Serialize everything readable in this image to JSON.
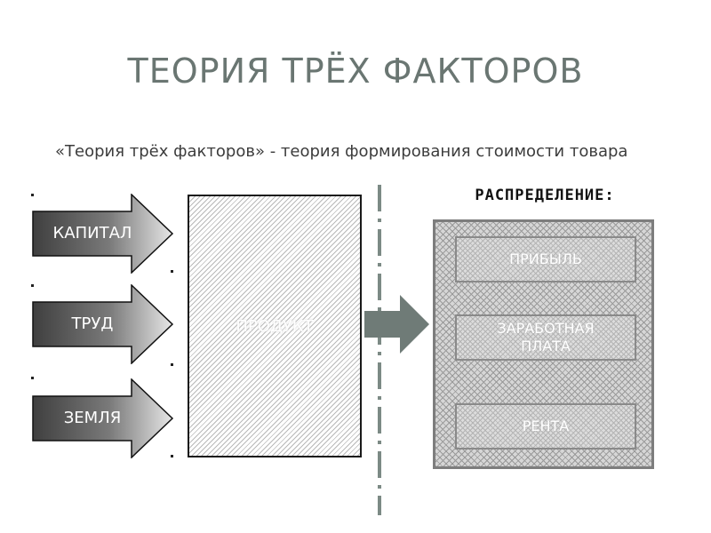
{
  "title": "ТЕОРИЯ ТРЁХ ФАКТОРОВ",
  "subtitle": "«Теория трёх факторов» - теория формирования стоимости товара",
  "factors": [
    {
      "label": "КАПИТАЛ"
    },
    {
      "label": "ТРУД"
    },
    {
      "label": "ЗЕМЛЯ"
    }
  ],
  "product": {
    "label": "ПРОДУКТ"
  },
  "distribution": {
    "title": "РАСПРЕДЕЛЕНИЕ:",
    "items": [
      {
        "label": "ПРИБЫЛЬ"
      },
      {
        "label": "ЗАРАБОТНАЯ\nПЛАТА"
      },
      {
        "label": "РЕНТА"
      }
    ]
  },
  "colors": {
    "title": "#6a7672",
    "arrow_dark": "#3f3f3f",
    "arrow_light": "#e6e6e6",
    "big_arrow": "#6f7b77"
  }
}
